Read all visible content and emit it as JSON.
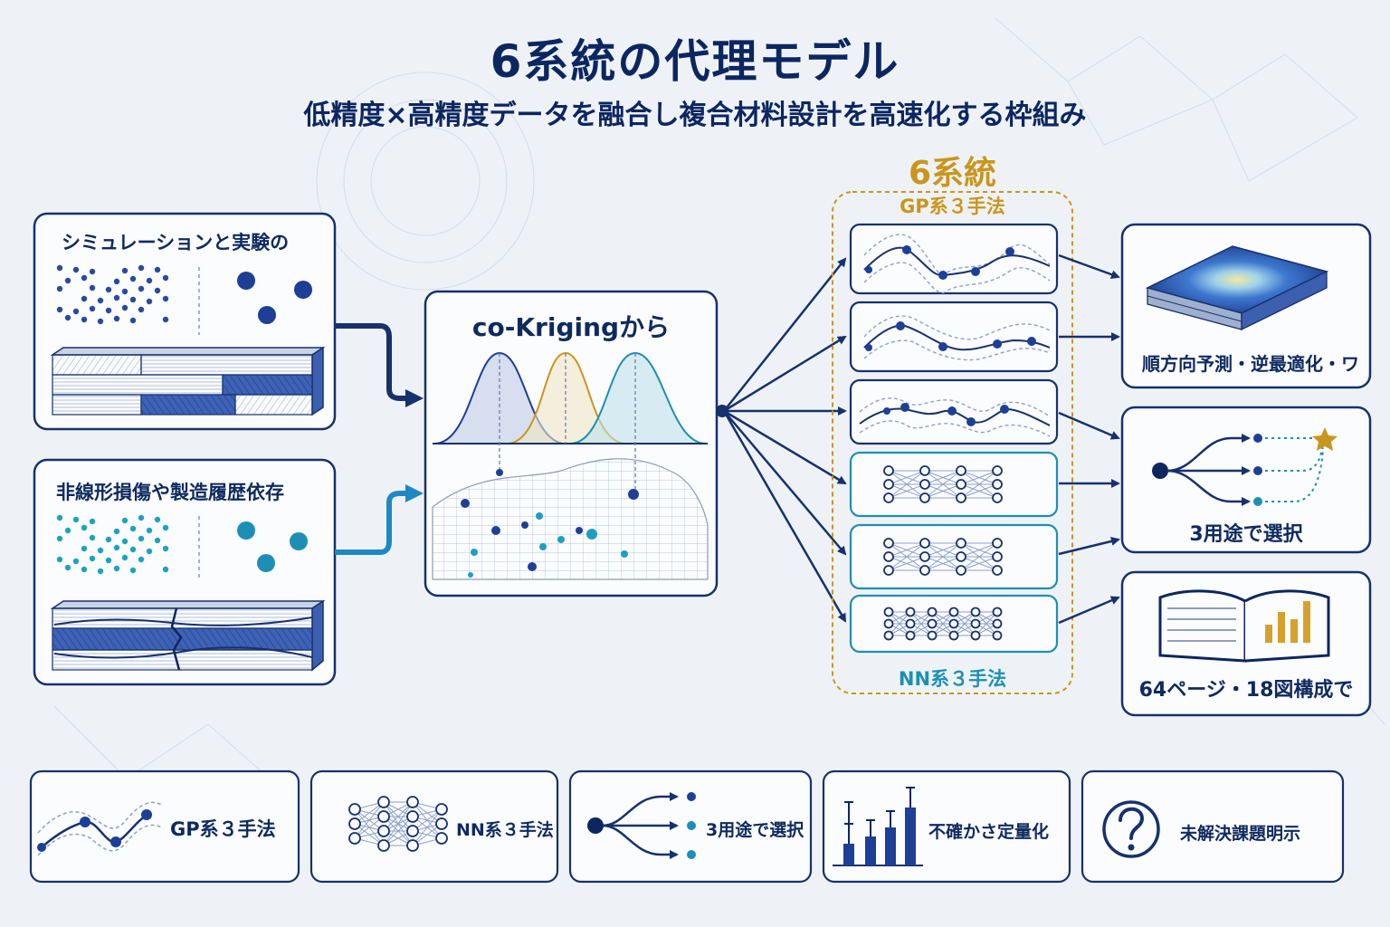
{
  "header": {
    "title": "6系統の代理モデル",
    "subtitle": "低精度×高精度データを融合し複合材料設計を高速化する枠組み"
  },
  "inputs": {
    "top_label": "シミュレーションと実験の",
    "bottom_label": "非線形損傷や製造履歴依存"
  },
  "center": {
    "label": "co-Krigingから"
  },
  "family": {
    "title": "6系統",
    "gp_label": "GP系３手法",
    "nn_label": "NN系３手法"
  },
  "outputs": {
    "out1": "順方向予測・逆最適化・ワ",
    "out2": "3用途で選択",
    "out3": "64ページ・18図構成で"
  },
  "bottom_cards": [
    {
      "label": "GP系３手法",
      "icon": "gp-curve-icon"
    },
    {
      "label": "NN系３手法",
      "icon": "neural-network-icon"
    },
    {
      "label": "3用途で選択",
      "icon": "branch-icon"
    },
    {
      "label": "不確かさ定量化",
      "icon": "error-bar-chart-icon"
    },
    {
      "label": "未解決課題明示",
      "icon": "question-icon"
    }
  ],
  "colors": {
    "navy": "#17316b",
    "blue": "#2f58b7",
    "teal": "#1e9fc0",
    "gold": "#c9961d"
  }
}
